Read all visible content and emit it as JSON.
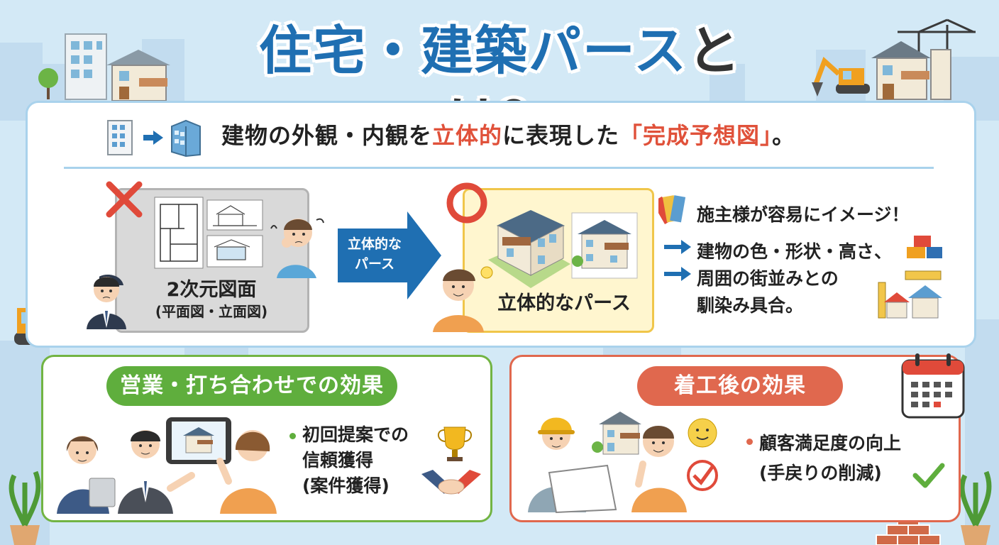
{
  "title": {
    "main": "住宅・建築パース",
    "tail": "とは？"
  },
  "headline": {
    "part1": "建物の外観・内観を",
    "highlight1": "立体的",
    "part2": "に表現した",
    "highlight2": "「完成予想図」",
    "part3": "。"
  },
  "comparison": {
    "left_label_line1": "2次元図面",
    "left_label_line2": "(平面図・立面図)",
    "arrow_label_line1": "立体的な",
    "arrow_label_line2": "パース",
    "right_label": "立体的なパース"
  },
  "benefits_top": {
    "line1": "施主様が容易にイメージ！",
    "line2": "建物の色・形状・高さ、",
    "line3": "周囲の街並みとの",
    "line4": "馴染み具合。"
  },
  "sales": {
    "heading": "営業・打ち合わせでの効果",
    "bullet_line1": "初回提案での",
    "bullet_line2": "信頼獲得",
    "bullet_line3": "(案件獲得)"
  },
  "after": {
    "heading": "着工後の効果",
    "bullet_line1": "顧客満足度の向上",
    "bullet_line2": "(手戻りの削減)"
  },
  "colors": {
    "title_blue": "#1f6fb2",
    "accent_red": "#e0513a",
    "sales_green": "#5fae3d",
    "after_red": "#e0684e",
    "arrow_blue": "#1f6fb2"
  },
  "icons": [
    "building-icon",
    "building-3d-icon",
    "cross-icon",
    "circle-icon",
    "color-swatch-icon",
    "arrow-right-icon",
    "blocks-icon",
    "ruler-icon",
    "house-icon",
    "trophy-icon",
    "handshake-icon",
    "calendar-icon",
    "smile-icon",
    "check-icon",
    "excavator-icon",
    "crane-icon",
    "plant-icon"
  ]
}
